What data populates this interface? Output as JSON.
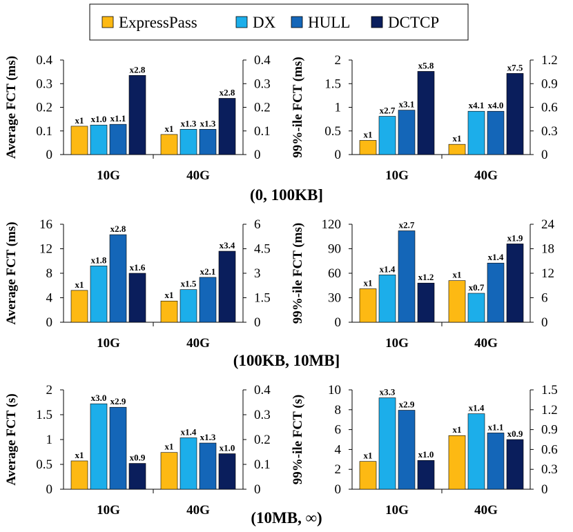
{
  "legend": {
    "items": [
      {
        "name": "ExpressPass",
        "color": "#FDB913"
      },
      {
        "name": "DX",
        "color": "#1CAEEA"
      },
      {
        "name": "HULL",
        "color": "#1466B8"
      },
      {
        "name": "DCTCP",
        "color": "#0A1E5C"
      }
    ]
  },
  "sections": [
    {
      "label": "(0, 100KB]"
    },
    {
      "label": "(100KB, 10MB]"
    },
    {
      "label": "(10MB, ∞)"
    }
  ],
  "chart_data": [
    {
      "type": "bar",
      "section": "(0, 100KB]",
      "ylabel": "Average FCT (ms)",
      "categories": [
        "10G",
        "40G"
      ],
      "series_names": [
        "ExpressPass",
        "DX",
        "HULL",
        "DCTCP"
      ],
      "groups": [
        {
          "category": "10G",
          "axis": "left",
          "values": [
            0.12,
            0.125,
            0.128,
            0.335
          ],
          "labels": [
            "x1",
            "x1.0",
            "x1.1",
            "x2.8"
          ]
        },
        {
          "category": "40G",
          "axis": "right",
          "values": [
            0.085,
            0.107,
            0.107,
            0.238
          ],
          "labels": [
            "x1",
            "x1.3",
            "x1.3",
            "x2.8"
          ]
        }
      ],
      "left_axis": {
        "min": 0,
        "max": 0.4,
        "ticks": [
          "0",
          "0.1",
          "0.2",
          "0.3",
          "0.4"
        ]
      },
      "right_axis": {
        "min": 0,
        "max": 0.4,
        "ticks": [
          "0",
          "0.1",
          "0.2",
          "0.3",
          "0.4"
        ]
      }
    },
    {
      "type": "bar",
      "section": "(0, 100KB]",
      "ylabel": "99%-ile FCT (ms)",
      "categories": [
        "10G",
        "40G"
      ],
      "series_names": [
        "ExpressPass",
        "DX",
        "HULL",
        "DCTCP"
      ],
      "groups": [
        {
          "category": "10G",
          "axis": "left",
          "values": [
            0.3,
            0.81,
            0.94,
            1.76
          ],
          "labels": [
            "x1",
            "x2.7",
            "x3.1",
            "x5.8"
          ]
        },
        {
          "category": "40G",
          "axis": "right",
          "values": [
            0.13,
            0.55,
            0.55,
            1.03
          ],
          "labels": [
            "x1",
            "x4.1",
            "x4.0",
            "x7.5"
          ]
        }
      ],
      "left_axis": {
        "min": 0,
        "max": 2,
        "ticks": [
          "0",
          "0.5",
          "1",
          "1.5",
          "2"
        ]
      },
      "right_axis": {
        "min": 0,
        "max": 1.2,
        "ticks": [
          "0",
          "0.3",
          "0.6",
          "0.9",
          "1.2"
        ]
      }
    },
    {
      "type": "bar",
      "section": "(100KB, 10MB]",
      "ylabel": "Average FCT (ms)",
      "categories": [
        "10G",
        "40G"
      ],
      "series_names": [
        "ExpressPass",
        "DX",
        "HULL",
        "DCTCP"
      ],
      "groups": [
        {
          "category": "10G",
          "axis": "left",
          "values": [
            5.2,
            9.2,
            14.3,
            8.0
          ],
          "labels": [
            "x1",
            "x1.8",
            "x2.8",
            "x1.6"
          ]
        },
        {
          "category": "40G",
          "axis": "right",
          "values": [
            1.3,
            2.0,
            2.75,
            4.35
          ],
          "labels": [
            "x1",
            "x1.5",
            "x2.1",
            "x3.4"
          ]
        }
      ],
      "left_axis": {
        "min": 0,
        "max": 16,
        "ticks": [
          "0",
          "4",
          "8",
          "12",
          "16"
        ]
      },
      "right_axis": {
        "min": 0,
        "max": 6,
        "ticks": [
          "0",
          "1.5",
          "3",
          "4.5",
          "6"
        ]
      }
    },
    {
      "type": "bar",
      "section": "(100KB, 10MB]",
      "ylabel": "99%-ile FCT (ms)",
      "categories": [
        "10G",
        "40G"
      ],
      "series_names": [
        "ExpressPass",
        "DX",
        "HULL",
        "DCTCP"
      ],
      "groups": [
        {
          "category": "10G",
          "axis": "left",
          "values": [
            41,
            58,
            112,
            48
          ],
          "labels": [
            "x1",
            "x1.4",
            "x2.7",
            "x1.2"
          ]
        },
        {
          "category": "40G",
          "axis": "right",
          "values": [
            10.2,
            7.1,
            14.5,
            19.2
          ],
          "labels": [
            "x1",
            "x0.7",
            "x1.4",
            "x1.9"
          ]
        }
      ],
      "left_axis": {
        "min": 0,
        "max": 120,
        "ticks": [
          "0",
          "30",
          "60",
          "90",
          "120"
        ]
      },
      "right_axis": {
        "min": 0,
        "max": 24,
        "ticks": [
          "0",
          "6",
          "12",
          "18",
          "24"
        ]
      }
    },
    {
      "type": "bar",
      "section": "(10MB, ∞)",
      "ylabel": "Average FCT (s)",
      "categories": [
        "10G",
        "40G"
      ],
      "series_names": [
        "ExpressPass",
        "DX",
        "HULL",
        "DCTCP"
      ],
      "groups": [
        {
          "category": "10G",
          "axis": "left",
          "values": [
            0.57,
            1.72,
            1.65,
            0.52
          ],
          "labels": [
            "x1",
            "x3.0",
            "x2.9",
            "x0.9"
          ]
        },
        {
          "category": "40G",
          "axis": "right",
          "values": [
            0.148,
            0.207,
            0.186,
            0.143
          ],
          "labels": [
            "x1",
            "x1.4",
            "x1.3",
            "x1.0"
          ]
        }
      ],
      "left_axis": {
        "min": 0,
        "max": 2,
        "ticks": [
          "0",
          "0.5",
          "1",
          "1.5",
          "2"
        ]
      },
      "right_axis": {
        "min": 0,
        "max": 0.4,
        "ticks": [
          "0",
          "0.1",
          "0.2",
          "0.3",
          "0.4"
        ]
      }
    },
    {
      "type": "bar",
      "section": "(10MB, ∞)",
      "ylabel": "99%-ile FCT (s)",
      "categories": [
        "10G",
        "40G"
      ],
      "series_names": [
        "ExpressPass",
        "DX",
        "HULL",
        "DCTCP"
      ],
      "groups": [
        {
          "category": "10G",
          "axis": "left",
          "values": [
            2.8,
            9.2,
            7.95,
            2.9
          ],
          "labels": [
            "x1",
            "x3.3",
            "x2.9",
            "x1.0"
          ]
        },
        {
          "category": "40G",
          "axis": "right",
          "values": [
            0.81,
            1.14,
            0.85,
            0.75
          ],
          "labels": [
            "x1",
            "x1.4",
            "x1.1",
            "x0.9"
          ]
        }
      ],
      "left_axis": {
        "min": 0,
        "max": 10,
        "ticks": [
          "0",
          "2",
          "4",
          "6",
          "8",
          "10"
        ]
      },
      "right_axis": {
        "min": 0,
        "max": 1.5,
        "ticks": [
          "0",
          "0.3",
          "0.6",
          "0.9",
          "1.2",
          "1.5"
        ]
      }
    }
  ]
}
